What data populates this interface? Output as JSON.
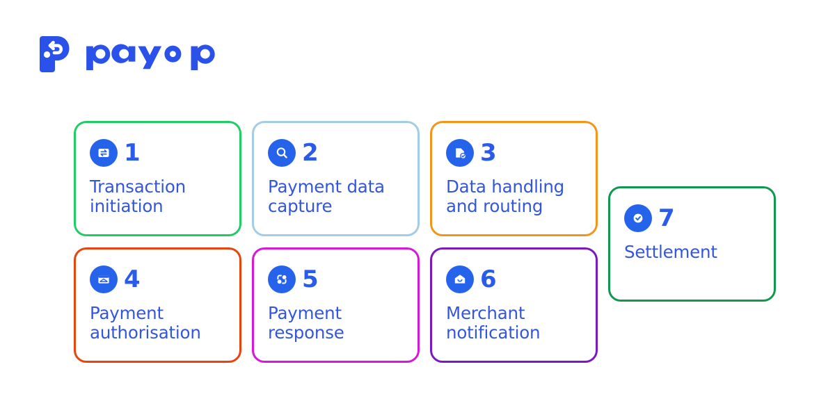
{
  "brand": {
    "name": "payop",
    "logo_icon": "payop-p-mark-icon",
    "color": "#2a52ea"
  },
  "theme": {
    "background": "#ffffff",
    "icon_badge_color": "#2563eb",
    "number_color": "#2a5bea",
    "label_color": "#3456de"
  },
  "cards": [
    {
      "number": "1",
      "label": "Transaction\ninitiation",
      "icon": "transfer-arrows-icon",
      "border_color": "#1fcd64"
    },
    {
      "number": "2",
      "label": "Payment data\ncapture",
      "icon": "search-icon",
      "border_color": "#a3cce6"
    },
    {
      "number": "3",
      "label": "Data handling\nand routing",
      "icon": "document-check-icon",
      "border_color": "#f3941b"
    },
    {
      "number": "4",
      "label": "Payment\nauthorisation",
      "icon": "credit-card-icon",
      "border_color": "#e8450e"
    },
    {
      "number": "5",
      "label": "Payment\nresponse",
      "icon": "refresh-cycle-icon",
      "border_color": "#d916d9"
    },
    {
      "number": "6",
      "label": "Merchant\nnotification",
      "icon": "envelope-icon",
      "border_color": "#7c18c2"
    },
    {
      "number": "7",
      "label": "Settlement",
      "icon": "check-circle-icon",
      "border_color": "#10994e"
    }
  ]
}
